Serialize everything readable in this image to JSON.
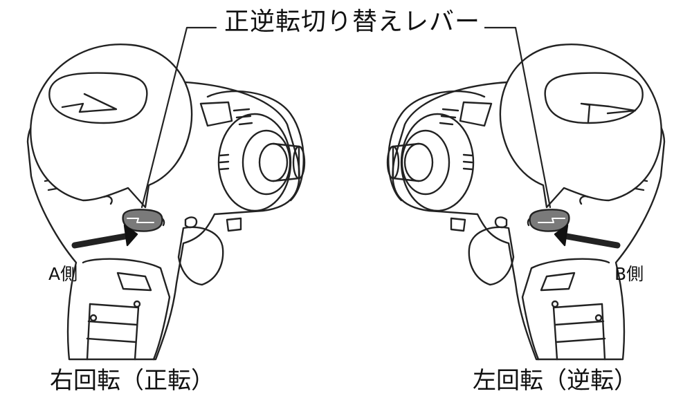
{
  "title": "正逆転切り替えレバー",
  "left_tool": {
    "side_label": "A側",
    "caption": "右回転（正転）"
  },
  "right_tool": {
    "side_label": "B側",
    "caption": "左回転（逆転）"
  },
  "colors": {
    "line": "#222222",
    "lever_fill": "#7a7a7a",
    "background": "#ffffff",
    "arrow": "#111111"
  }
}
